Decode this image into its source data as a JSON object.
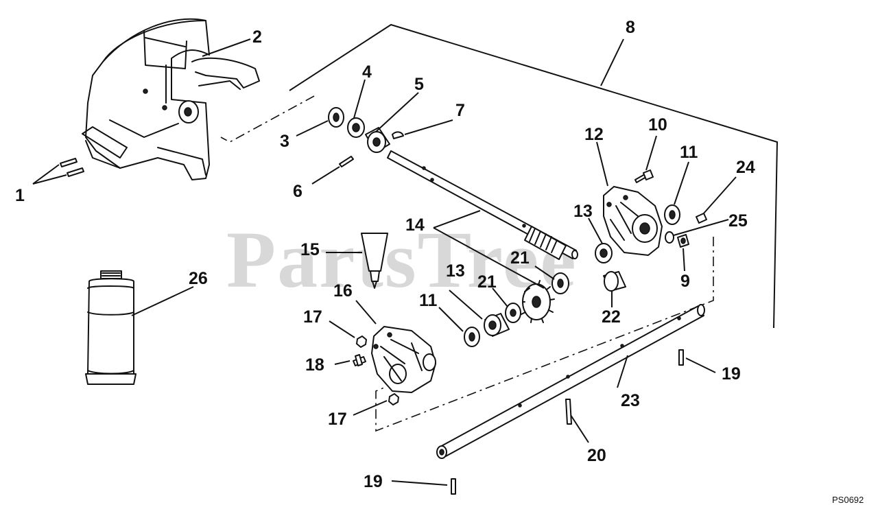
{
  "watermark": "PartsTree",
  "diagram_code": "PS0692",
  "callouts": [
    {
      "id": "1",
      "label": "1"
    },
    {
      "id": "2",
      "label": "2"
    },
    {
      "id": "3",
      "label": "3"
    },
    {
      "id": "4",
      "label": "4"
    },
    {
      "id": "5",
      "label": "5"
    },
    {
      "id": "6",
      "label": "6"
    },
    {
      "id": "7",
      "label": "7"
    },
    {
      "id": "8",
      "label": "8"
    },
    {
      "id": "9",
      "label": "9"
    },
    {
      "id": "10",
      "label": "10"
    },
    {
      "id": "11a",
      "label": "11"
    },
    {
      "id": "11b",
      "label": "11"
    },
    {
      "id": "12",
      "label": "12"
    },
    {
      "id": "13a",
      "label": "13"
    },
    {
      "id": "13b",
      "label": "13"
    },
    {
      "id": "14",
      "label": "14"
    },
    {
      "id": "15",
      "label": "15"
    },
    {
      "id": "16",
      "label": "16"
    },
    {
      "id": "17a",
      "label": "17"
    },
    {
      "id": "17b",
      "label": "17"
    },
    {
      "id": "18",
      "label": "18"
    },
    {
      "id": "19a",
      "label": "19"
    },
    {
      "id": "19b",
      "label": "19"
    },
    {
      "id": "20",
      "label": "20"
    },
    {
      "id": "21a",
      "label": "21"
    },
    {
      "id": "21b",
      "label": "21"
    },
    {
      "id": "22",
      "label": "22"
    },
    {
      "id": "23",
      "label": "23"
    },
    {
      "id": "24",
      "label": "24"
    },
    {
      "id": "25",
      "label": "25"
    },
    {
      "id": "26",
      "label": "26"
    }
  ]
}
